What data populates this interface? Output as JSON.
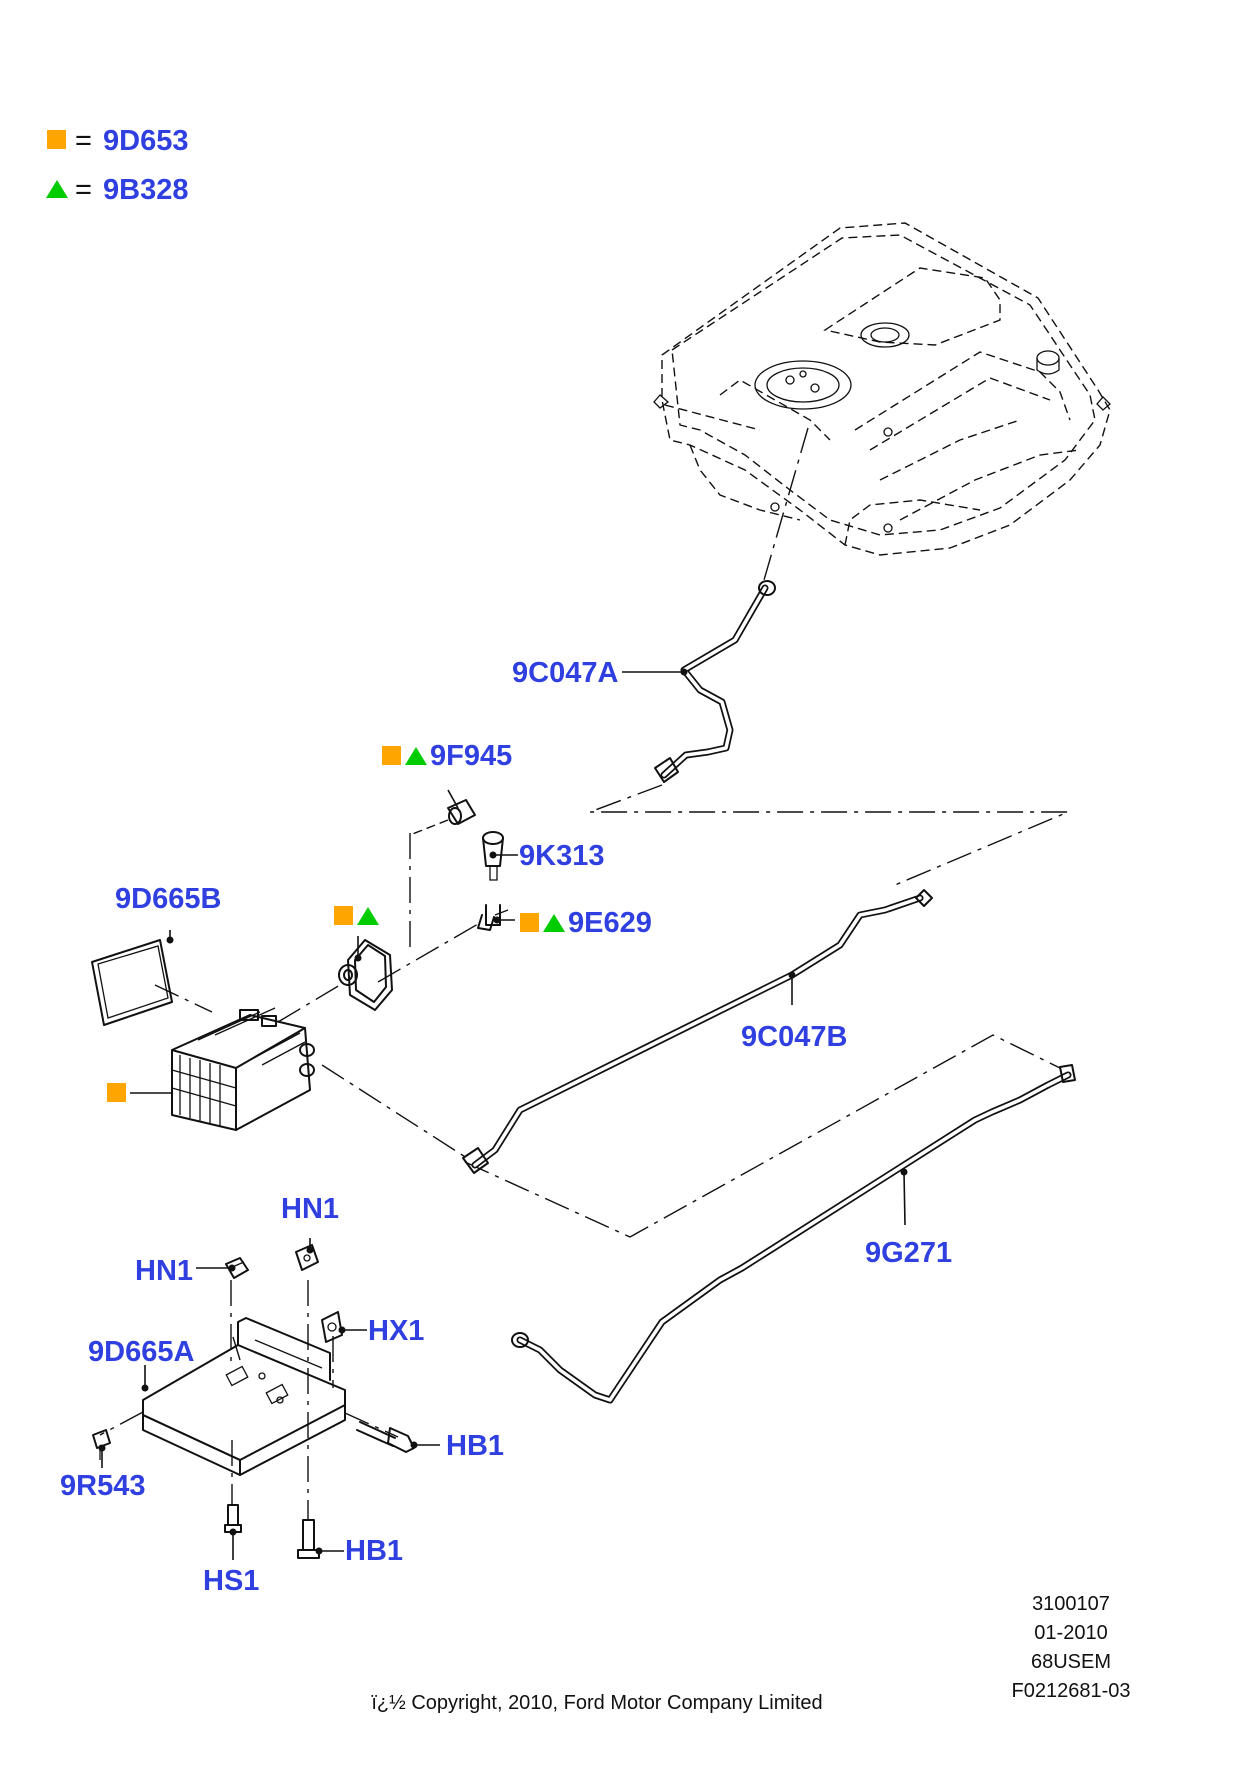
{
  "legend": [
    {
      "symbol": "square",
      "color": "#ffa500",
      "equals": "=",
      "code": "9D653"
    },
    {
      "symbol": "triangle",
      "color": "#00cc00",
      "equals": "=",
      "code": "9B328"
    }
  ],
  "callouts": {
    "c_9C047A": "9C047A",
    "c_9F945": "9F945",
    "c_9K313": "9K313",
    "c_9D665B": "9D665B",
    "c_9E629": "9E629",
    "c_9C047B": "9C047B",
    "c_9G271": "9G271",
    "c_HN1_top": "HN1",
    "c_HN1_left": "HN1",
    "c_HX1": "HX1",
    "c_9D665A": "9D665A",
    "c_HB1_right": "HB1",
    "c_9R543": "9R543",
    "c_HB1_bottom": "HB1",
    "c_HS1": "HS1"
  },
  "symbol_colors": {
    "square": "#ffa500",
    "triangle": "#00cc00",
    "label": "#2f3fe0"
  },
  "meta": {
    "ref_number": "3100107",
    "date": "01-2010",
    "market": "68USEM",
    "figure_id": "F0212681-03",
    "copyright": "ï¿½ Copyright, 2010, Ford Motor Company Limited"
  }
}
